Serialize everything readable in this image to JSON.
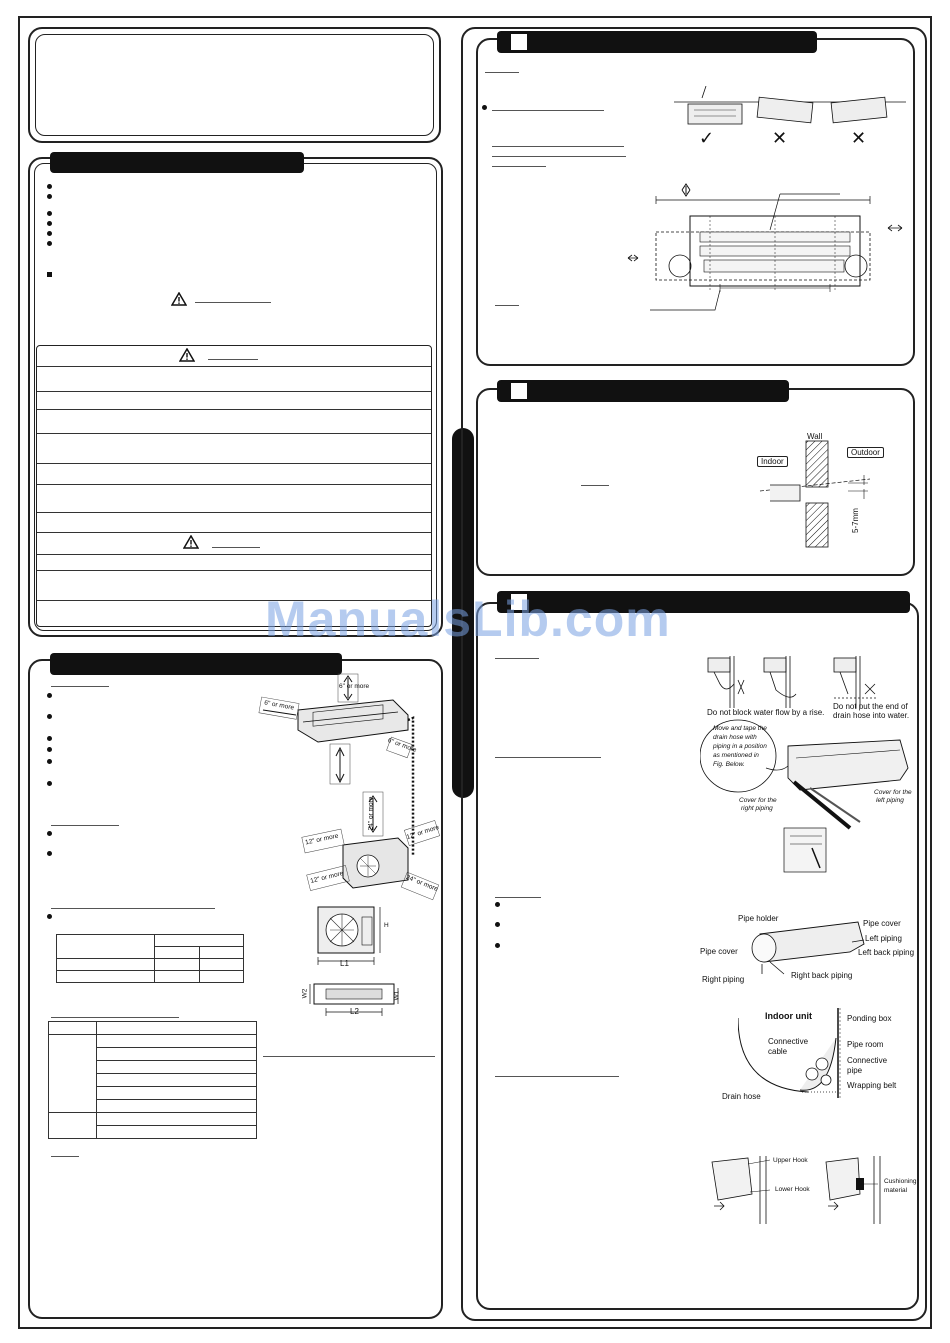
{
  "page": {
    "watermark": "ManualsLib.com"
  },
  "diagrams": {
    "wall_hole": {
      "wall": "Wall",
      "indoor": "Indoor",
      "outdoor": "Outdoor",
      "depth": "5-7mm"
    },
    "drain": {
      "caption_left": "Do not block water flow by a rise.",
      "caption_right_1": "Do not put the end of",
      "caption_right_2": "drain hose into water."
    },
    "piping_note": {
      "note_1": "Move and tape the",
      "note_2": "drain hose with",
      "note_3": "piping in a position",
      "note_4": "as mentioned in",
      "note_5": "Fig. Below.",
      "cover_right_1": "Cover for the",
      "cover_right_2": "right piping",
      "cover_left_1": "Cover for the",
      "cover_left_2": "left piping"
    },
    "pipe_dirs": {
      "pipe_holder": "Pipe holder",
      "pipe_cover_top": "Pipe cover",
      "left_piping": "Left piping",
      "left_back_piping": "Left back piping",
      "pipe_cover_left": "Pipe cover",
      "right_piping": "Right piping",
      "right_back_piping": "Right back piping"
    },
    "indoor_unit": {
      "title": "Indoor unit",
      "ponding_box": "Ponding box",
      "connective_cable_1": "Connective",
      "connective_cable_2": "cable",
      "pipe_room": "Pipe room",
      "connective_pipe_1": "Connective",
      "connective_pipe_2": "pipe",
      "wrapping_belt": "Wrapping belt",
      "drain_hose": "Drain hose"
    },
    "hooks": {
      "upper_hook": "Upper Hook",
      "lower_hook": "Lower Hook",
      "cushioning_1": "Cushioning",
      "cushioning_2": "material"
    },
    "clearance": {
      "top": "6\" or more",
      "left": "6\" or more",
      "right": "6\" or more",
      "outdoor_back": "12\" or more",
      "outdoor_left": "12\" or more",
      "outdoor_front": "24\" or more",
      "outdoor_side": "12\" or more",
      "outdoor_top": "24\" or more"
    },
    "dimensions": {
      "l1": "L1",
      "l2": "L2",
      "w1": "W1",
      "w2": "W2",
      "h": "H"
    },
    "mount_plate": {
      "ok": "✓",
      "ng1": "✕",
      "ng2": "✕"
    }
  }
}
